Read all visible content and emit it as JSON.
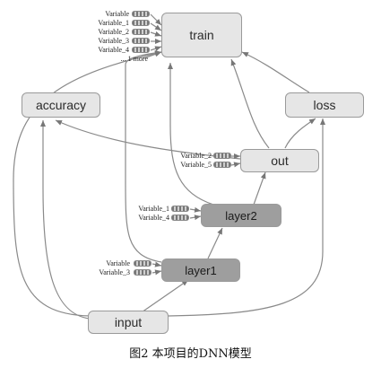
{
  "nodes": {
    "train": "train",
    "accuracy": "accuracy",
    "loss": "loss",
    "out": "out",
    "layer2": "layer2",
    "layer1": "layer1",
    "input": "input"
  },
  "train_inputs": [
    "Variable",
    "Variable_1",
    "Variable_2",
    "Variable_3",
    "Variable_4"
  ],
  "train_more": "... 1 more",
  "out_inputs": [
    "Variable_2",
    "Variable_5"
  ],
  "layer2_inputs": [
    "Variable_1",
    "Variable_4"
  ],
  "layer1_inputs": [
    "Variable",
    "Variable_3"
  ],
  "caption": "图2 本项目的DNN模型"
}
